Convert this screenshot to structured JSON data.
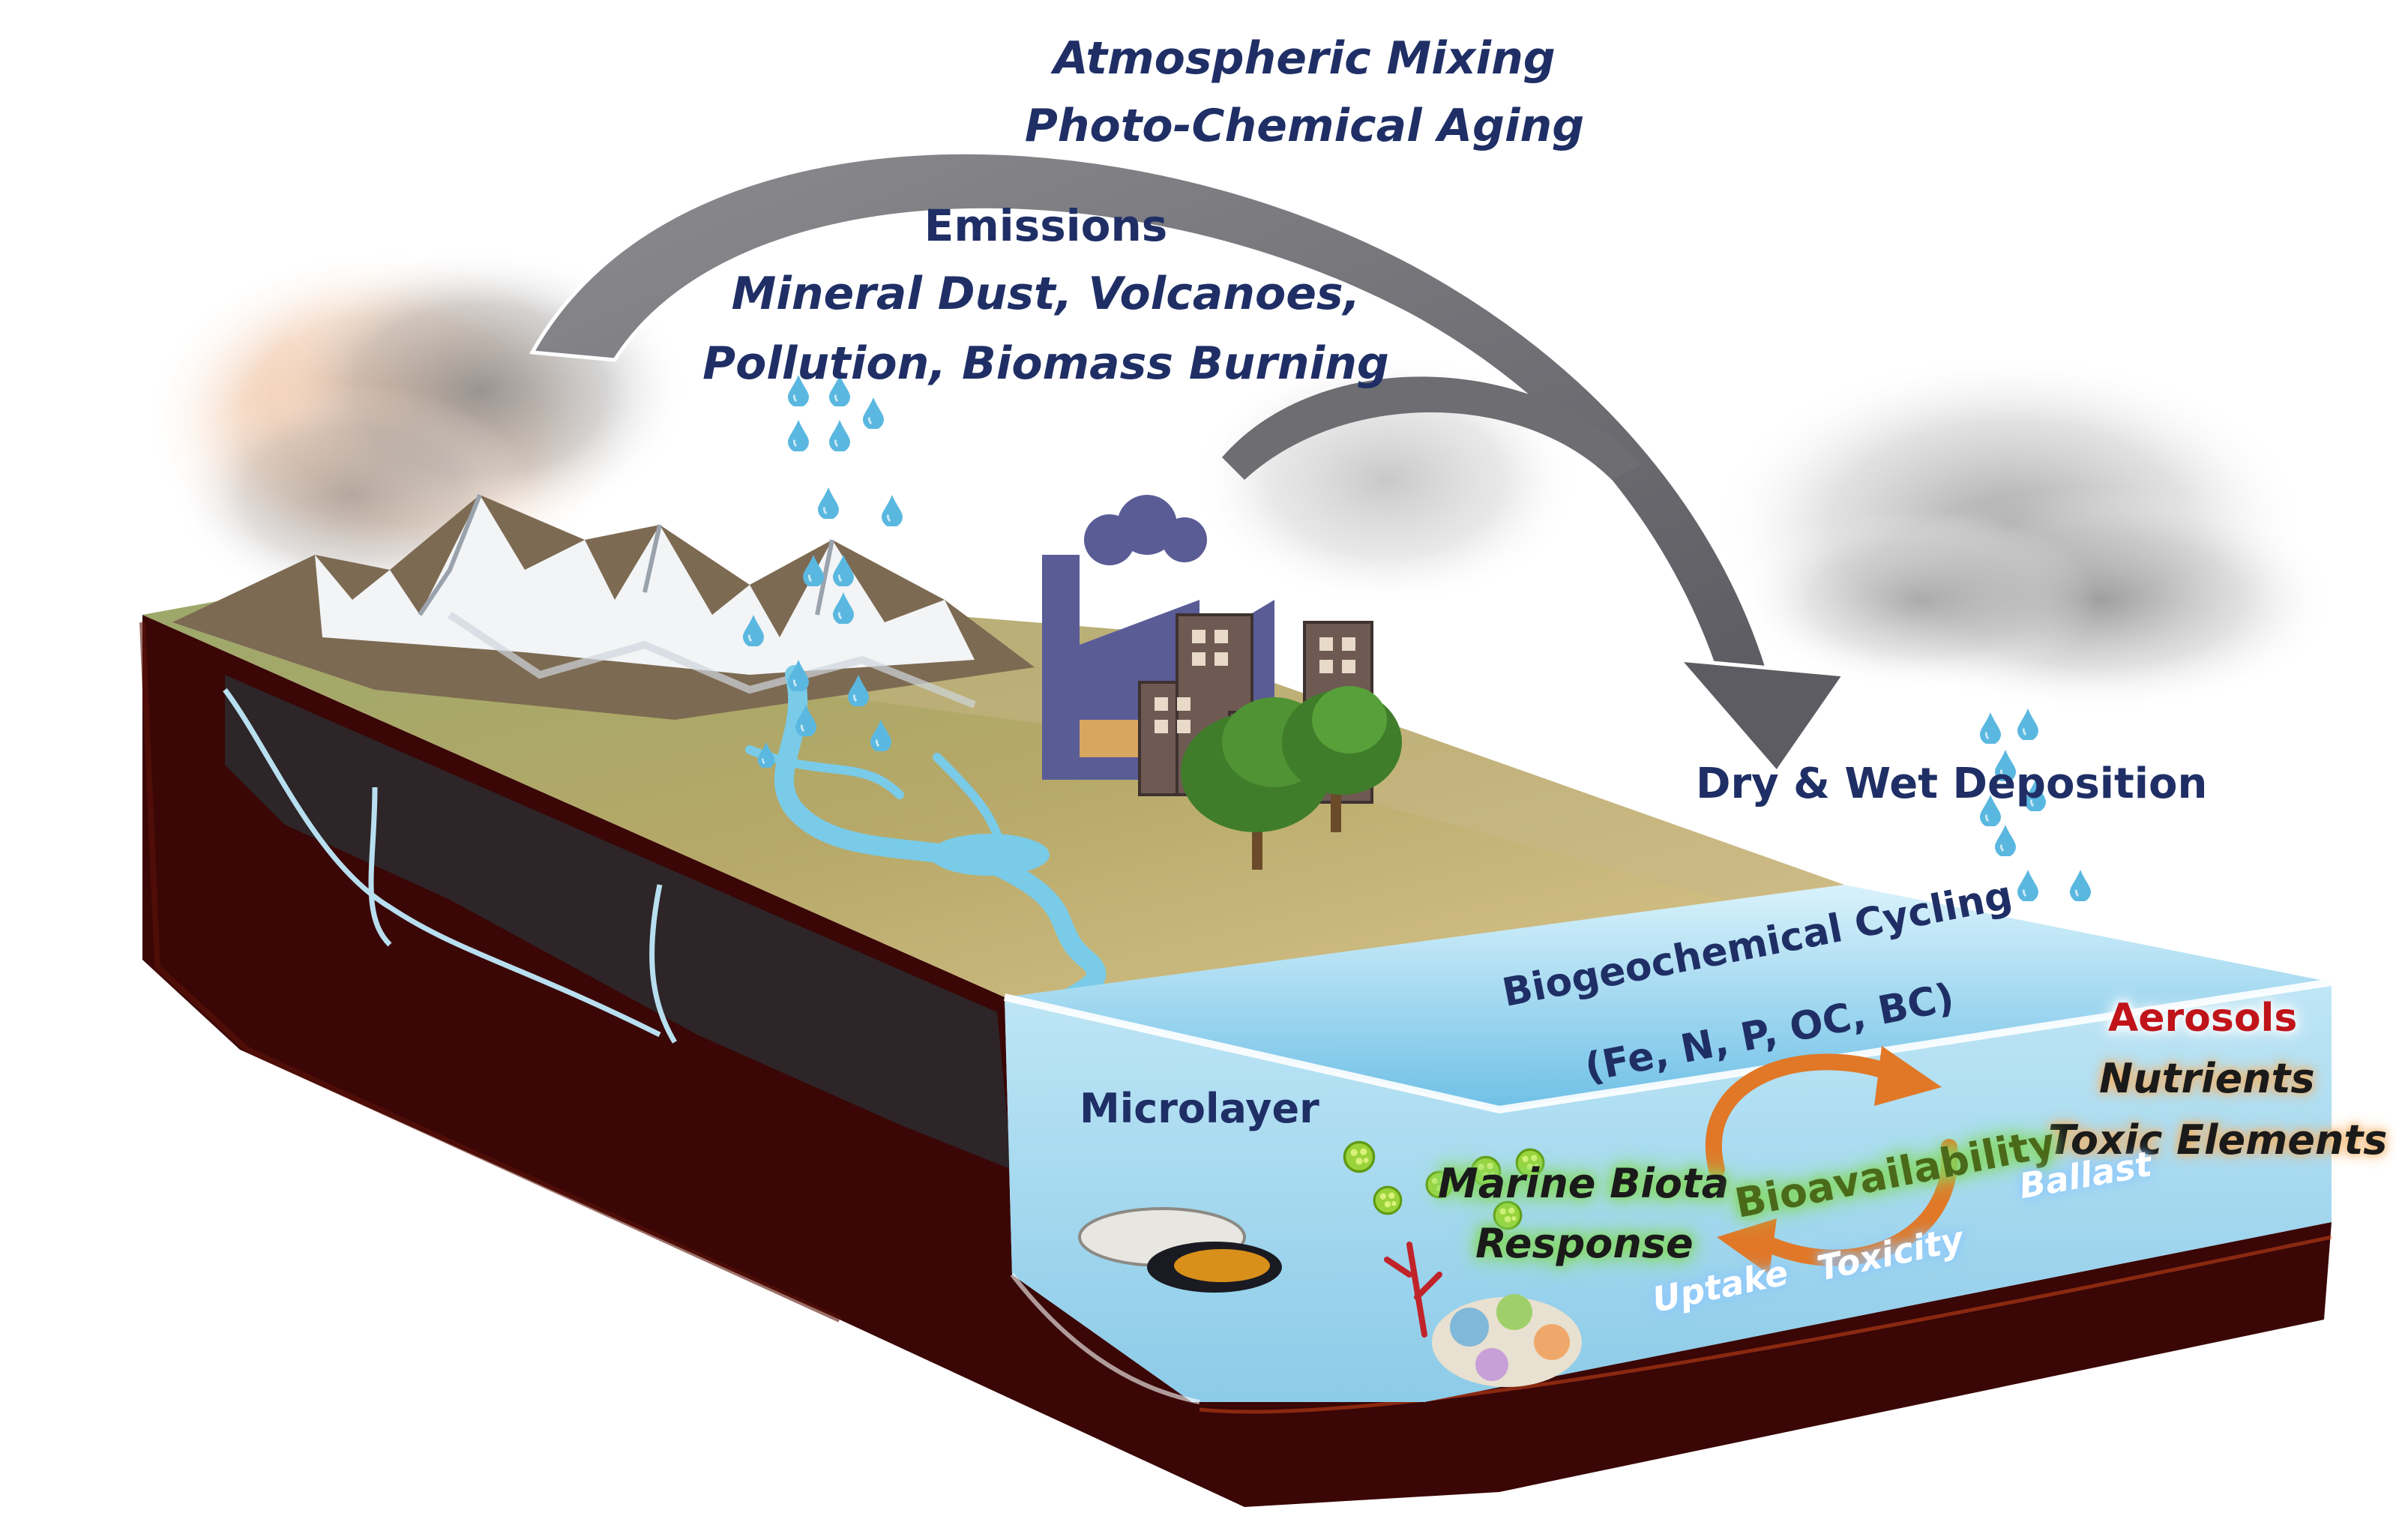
{
  "labels": {
    "atmospheric_mixing": "Atmospheric Mixing",
    "photo_chemical_aging": "Photo-Chemical Aging",
    "emissions_title": "Emissions",
    "emissions_line1": "Mineral Dust, Volcanoes,",
    "emissions_line2": "Pollution, Biomass Burning",
    "deposition": "Dry & Wet Deposition",
    "biogeochemical_line1": "Biogeochemical Cycling",
    "biogeochemical_line2": "(Fe, N, P, OC, BC)",
    "aerosols": "Aerosols",
    "nutrients": "Nutrients",
    "toxic_elements": "Toxic Elements",
    "microlayer": "Microlayer",
    "marine_biota_line1": "Marine Biota",
    "marine_biota_line2": "Response",
    "bioavailability": "Bioavailability",
    "ballast": "Ballast",
    "toxicity": "Toxicity",
    "uptake": "Uptake"
  },
  "colors": {
    "title_navy": "#1f2f66",
    "aerosols_red": "#c0141a",
    "earth_dark": "#3a0606",
    "ocean_blue": "#8fd0ef",
    "arrow_gray": "#6e6e72",
    "cycle_orange": "#e07828",
    "factory_purple": "#5a5c96"
  }
}
